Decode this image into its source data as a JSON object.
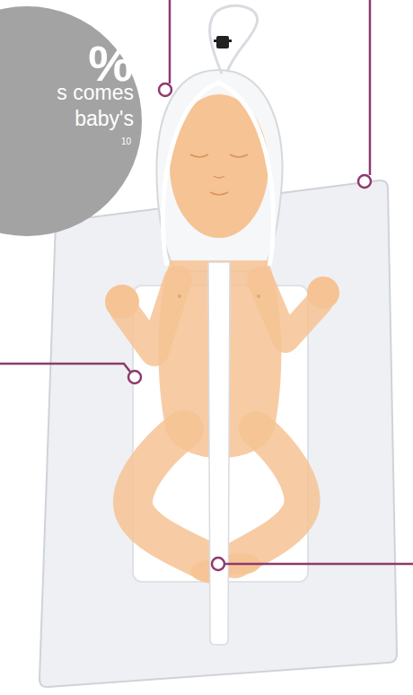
{
  "diagram": {
    "nodes": [
      {
        "text": [
          "%",
          "s comes baby's",
          "10"
        ]
      }
    ]
  }
}
